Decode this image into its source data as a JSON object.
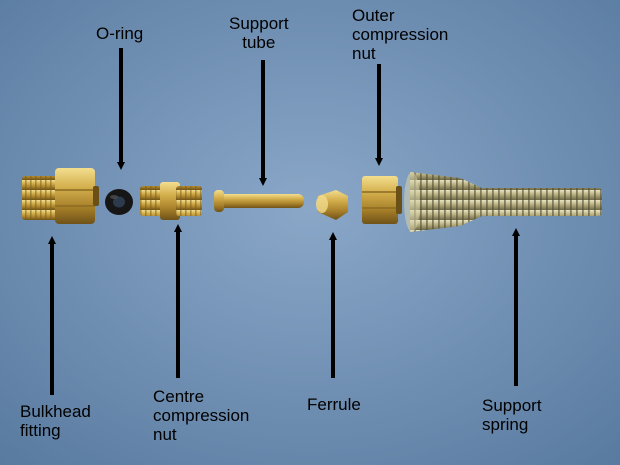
{
  "labels": {
    "o_ring": "O-ring",
    "support_tube": "Support\ntube",
    "outer_nut": "Outer\ncompression\nnut",
    "bulkhead": "Bulkhead\nfitting",
    "centre_nut": "Centre\ncompression\nnut",
    "ferrule": "Ferrule",
    "support_spring": "Support\nspring"
  },
  "colors": {
    "background": "#6f8fb3",
    "brass": "#c9a544",
    "spring": "#b9b38a",
    "label": "#000000"
  }
}
